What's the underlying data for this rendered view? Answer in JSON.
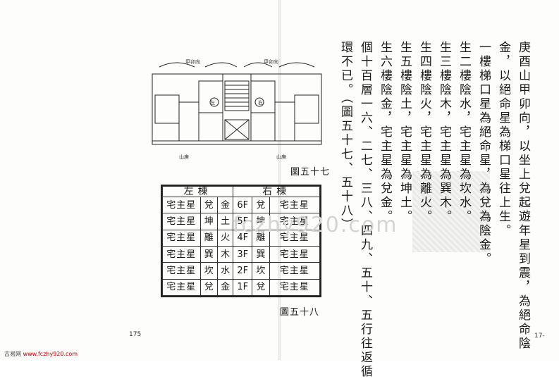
{
  "floor_plan": {
    "top_label_left": "甲卯向",
    "top_label_right": "甲卯向",
    "left_label": "左",
    "right_label": "右",
    "bottom_label_left": "山庚",
    "bottom_label_right": "山庚",
    "caption": "圖五十七"
  },
  "table": {
    "header_left": "左棟",
    "header_right": "右棟",
    "caption": "圖五十八",
    "rows": [
      {
        "left_house": "宅主星",
        "left_gua": "兌",
        "element": "金",
        "floor": "6F",
        "right_gua": "兌",
        "right_house": "宅主星"
      },
      {
        "left_house": "宅主星",
        "left_gua": "坤",
        "element": "土",
        "floor": "5F",
        "right_gua": "坤",
        "right_house": "宅主星"
      },
      {
        "left_house": "宅主星",
        "left_gua": "離",
        "element": "火",
        "floor": "4F",
        "right_gua": "離",
        "right_house": "宅主星"
      },
      {
        "left_house": "宅主星",
        "left_gua": "巽",
        "element": "木",
        "floor": "3F",
        "right_gua": "巽",
        "right_house": "宅主星"
      },
      {
        "left_house": "宅主星",
        "left_gua": "坎",
        "element": "水",
        "floor": "2F",
        "right_gua": "坎",
        "right_house": "宅主星"
      },
      {
        "left_house": "宅主星",
        "left_gua": "兌",
        "element": "金",
        "floor": "1F",
        "right_gua": "兌",
        "right_house": "宅主星"
      }
    ]
  },
  "page_left_number": "175",
  "page_right_number": "17-",
  "body_text": {
    "columns": [
      "庚酉山甲卯向，以坐上兌起遊年星到震，為絕命陰",
      "金，以絕命星為梯口星往上生。",
      "一樓梯口星為絕命星，為兌為陰金。",
      "生二樓陰水，宅主星為坎水。",
      "生三樓陰木，宅主星為巽木。",
      "生四樓陰火，宅主星為離火。",
      "生五樓陰土，宅主星為坤土。",
      "生六樓陰金，宅主星為兌金。",
      "個十百層一六、二七、三八、四九、五十、五行往返循",
      "環不已。（圖五十七、五十八）"
    ]
  },
  "watermark": "fczhy920.com",
  "footer": {
    "site_name": "古易网",
    "site_url": "www.fczhy920.com"
  }
}
